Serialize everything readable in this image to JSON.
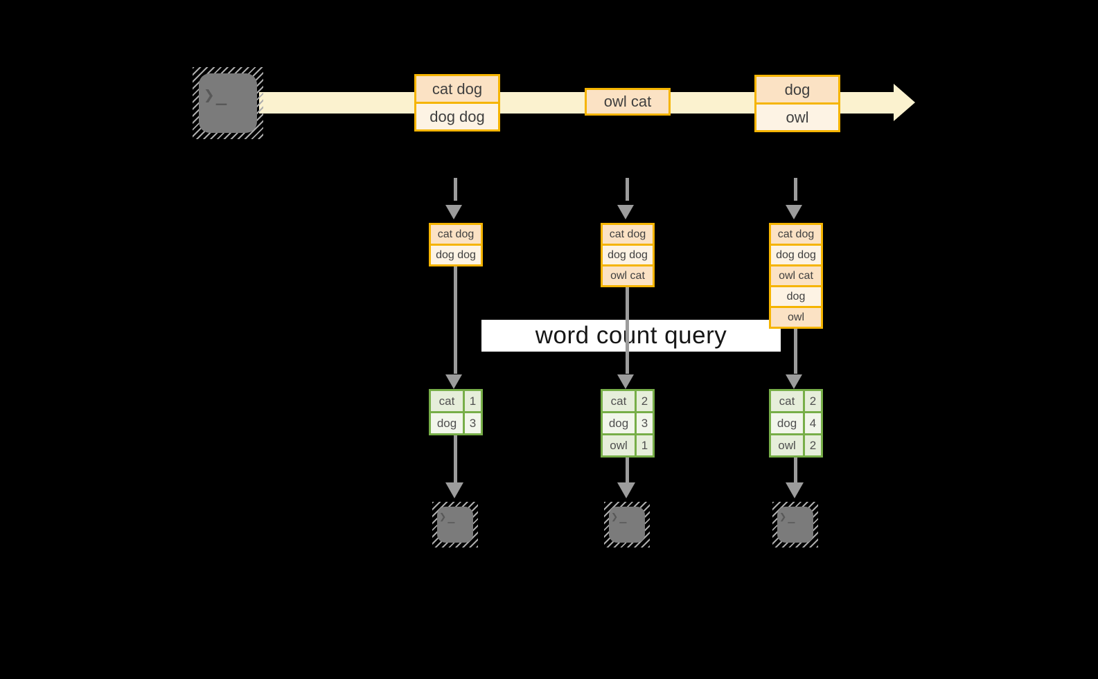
{
  "banner": {
    "label": "word count query"
  },
  "terminal": {
    "glyph": "❯_"
  },
  "stream": {
    "boxes": [
      {
        "cells": [
          "cat dog",
          "dog dog"
        ]
      },
      {
        "cells": [
          "owl cat"
        ]
      },
      {
        "cells": [
          "dog",
          "owl"
        ]
      }
    ]
  },
  "columns": [
    {
      "buffer": [
        "cat dog",
        "dog dog"
      ],
      "counts": [
        {
          "word": "cat",
          "count": "1"
        },
        {
          "word": "dog",
          "count": "3"
        }
      ]
    },
    {
      "buffer": [
        "cat dog",
        "dog dog",
        "owl cat"
      ],
      "counts": [
        {
          "word": "cat",
          "count": "2"
        },
        {
          "word": "dog",
          "count": "3"
        },
        {
          "word": "owl",
          "count": "1"
        }
      ]
    },
    {
      "buffer": [
        "cat dog",
        "dog dog",
        "owl cat",
        "dog",
        "owl"
      ],
      "counts": [
        {
          "word": "cat",
          "count": "2"
        },
        {
          "word": "dog",
          "count": "4"
        },
        {
          "word": "owl",
          "count": "2"
        }
      ]
    }
  ],
  "colors": {
    "background": "#000000",
    "stream_band": "#FBF2CF",
    "record_border": "#F5B400",
    "record_fill_dark": "#FBE2C4",
    "record_fill_light": "#FDF3E4",
    "table_border": "#77AE48",
    "table_fill_dark": "#E6EEDA",
    "table_fill_light": "#F2F6EB",
    "arrow_gray": "#9C9C9C",
    "terminal_gray": "#7B7B7B",
    "banner_bg": "#FFFFFF"
  }
}
